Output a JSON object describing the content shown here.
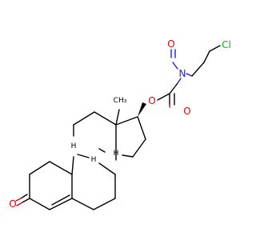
{
  "molecule": {
    "atoms": {
      "ester_oxygen": "O",
      "carbonyl_oxygen_carbamate": "O",
      "nitroso_oxygen": "O",
      "nitrogen": "N",
      "chlorine": "Cl",
      "ketone_oxygen": "O",
      "h8": "H",
      "h9": "H",
      "h14": "H",
      "methyl": "CH₃"
    },
    "colors": {
      "carbon_bonds": "#000000",
      "oxygen": "#e8000b",
      "nitrogen": "#1d1de0",
      "chlorine": "#12b312",
      "background": "#ffffff"
    }
  }
}
